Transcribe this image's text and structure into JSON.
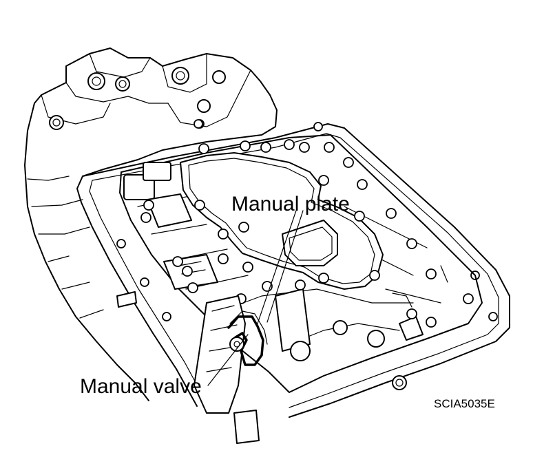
{
  "callouts": {
    "manual_plate": "Manual plate",
    "manual_valve": "Manual valve"
  },
  "figure_code": "SCIA5035E"
}
